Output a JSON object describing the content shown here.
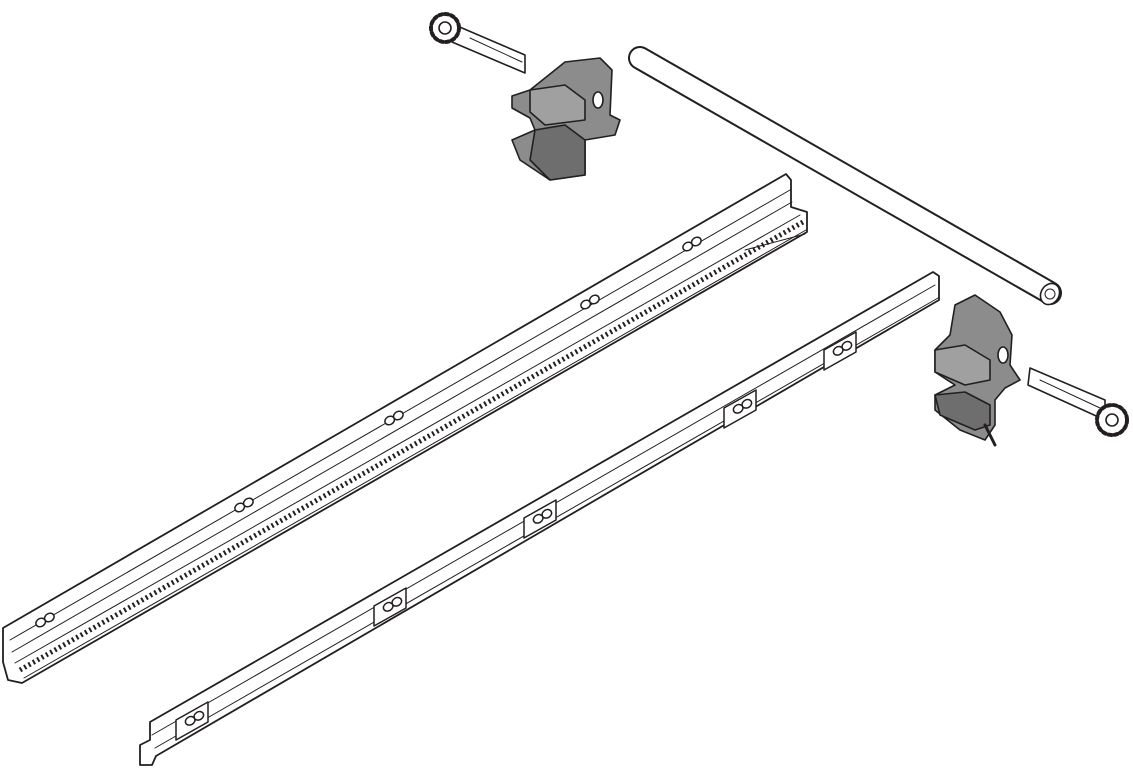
{
  "figure": {
    "subject": "drawer-runner-kit-parts",
    "colors": {
      "line": "#231f20",
      "part_fill": "#ffffff",
      "clip_fill": "#8c8c8c",
      "clip_shadow": "#6e6e6e"
    },
    "parts": [
      {
        "name": "rail-with-rack"
      },
      {
        "name": "rail"
      },
      {
        "name": "synchronisation-rod"
      },
      {
        "name": "clip"
      },
      {
        "name": "clip"
      },
      {
        "name": "dowel"
      },
      {
        "name": "dowel"
      }
    ]
  }
}
